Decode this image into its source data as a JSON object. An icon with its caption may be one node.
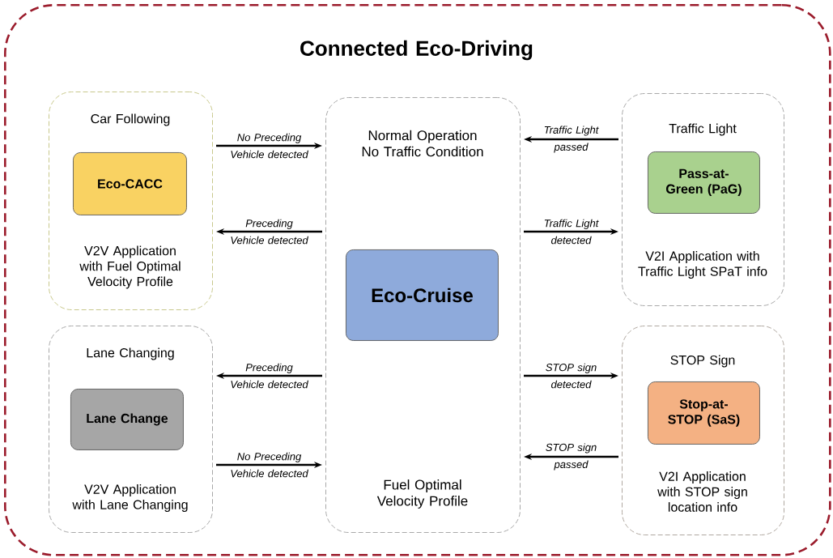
{
  "diagram": {
    "nodes": [
      {
        "text": [
          "Connected Eco-Driving"
        ]
      },
      {
        "text": [
          "Car Following",
          "V2V Application with Fuel Optimal Velocity Profile"
        ],
        "in": 0
      },
      {
        "text": [
          "Eco-CACC"
        ],
        "in": 1
      },
      {
        "text": [
          "Normal Operation No Traffic Condition",
          "Fuel Optimal Velocity Profile"
        ],
        "in": 0
      },
      {
        "text": [
          "Eco-Cruise"
        ],
        "in": 3
      },
      {
        "text": [
          "Traffic Light",
          "V2I Application with Traffic Light SPaT info"
        ],
        "in": 0
      },
      {
        "text": [
          "Pass-at-Green (PaG)"
        ],
        "in": 5
      },
      {
        "text": [
          "Lane Changing",
          "V2V Application with Lane Changing"
        ],
        "in": 0
      },
      {
        "text": [
          "Lane Change"
        ],
        "in": 7
      },
      {
        "text": [
          "STOP Sign",
          "V2I Application with STOP sign location info"
        ],
        "in": 0
      },
      {
        "text": [
          "Stop-at-STOP (SaS)"
        ],
        "in": 9
      }
    ],
    "edges": [
      {
        "from": 1,
        "to": 3,
        "arrow": "to",
        "label": "No Preceding Vehicle detected"
      },
      {
        "from": 3,
        "to": 1,
        "arrow": "to",
        "label": "Preceding Vehicle detected"
      },
      {
        "from": 5,
        "to": 3,
        "arrow": "to",
        "label": "Traffic Light passed"
      },
      {
        "from": 3,
        "to": 5,
        "arrow": "to",
        "label": "Traffic Light detected"
      },
      {
        "from": 3,
        "to": 7,
        "arrow": "to",
        "label": "Preceding Vehicle detected"
      },
      {
        "from": 7,
        "to": 3,
        "arrow": "to",
        "label": "No Preceding Vehicle detected"
      },
      {
        "from": 3,
        "to": 9,
        "arrow": "to",
        "label": "STOP sign detected"
      },
      {
        "from": 9,
        "to": 3,
        "arrow": "to",
        "label": "STOP sign passed"
      }
    ]
  }
}
